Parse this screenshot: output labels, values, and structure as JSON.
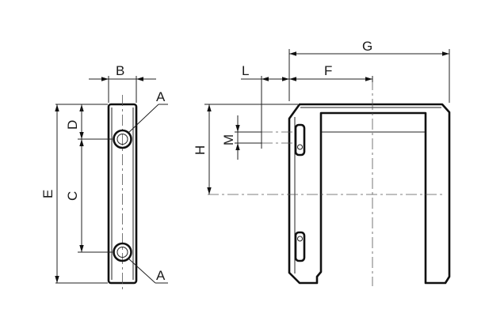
{
  "labels": {
    "B": "B",
    "A_top": "A",
    "A_bottom": "A",
    "D": "D",
    "C": "C",
    "E": "E",
    "L": "L",
    "F": "F",
    "G": "G",
    "H": "H",
    "M": "M"
  }
}
